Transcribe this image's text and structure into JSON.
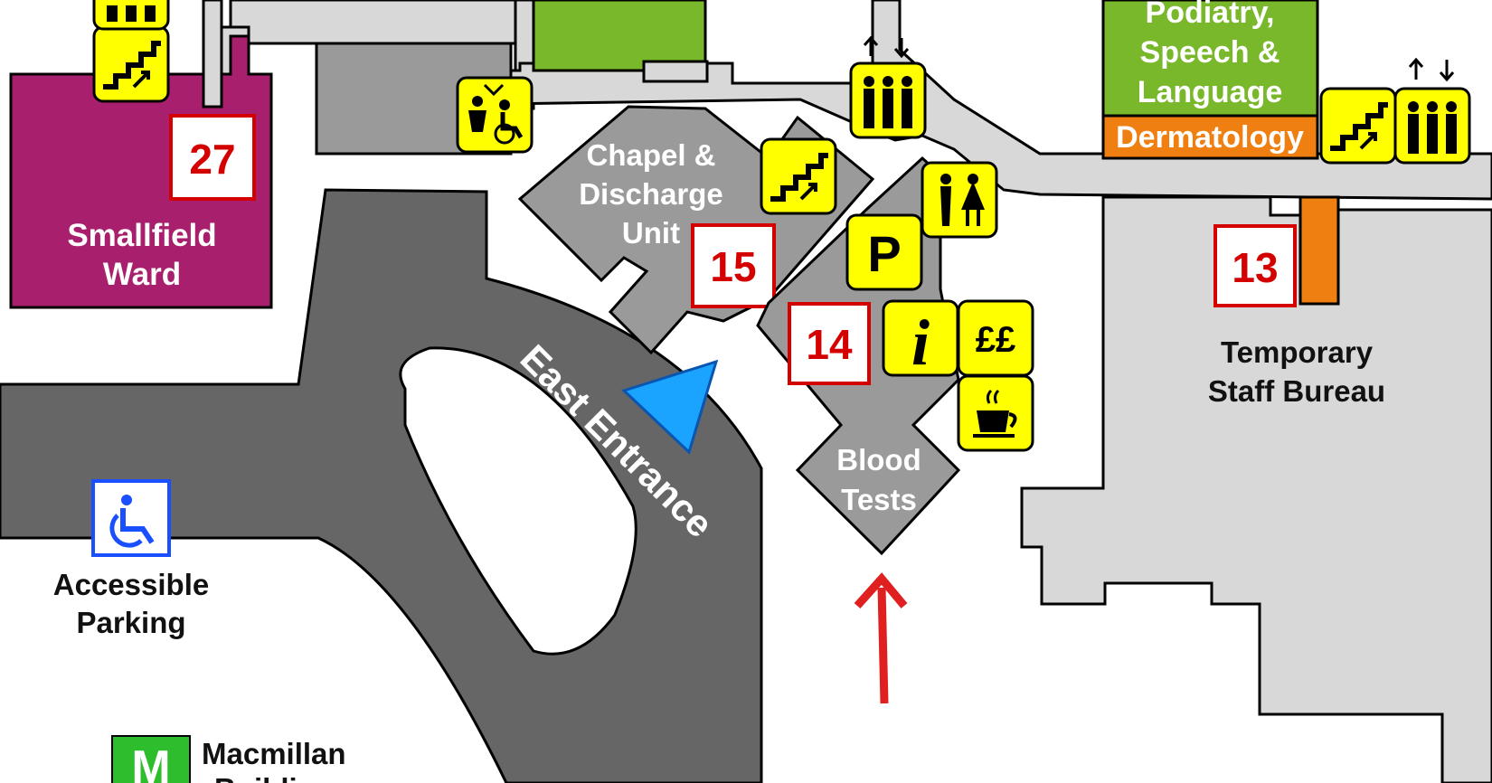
{
  "colors": {
    "corridor": "#d8d8d8",
    "building_grey": "#9a9a9a",
    "road": "#666666",
    "smallfield_ward": "#a8206d",
    "green_block": "#78b82a",
    "dermatology": "#f07f12",
    "facility_yellow": "#ffff00",
    "building_number": "#d40000",
    "accessible_blue": "#1a4fff",
    "entrance_marker": "#1aa3ff",
    "direction_arrow": "#e02020"
  },
  "buildings": {
    "smallfield": {
      "label_line1": "Smallfield",
      "label_line2": "Ward",
      "number": "27"
    },
    "chapel": {
      "label_line1": "Chapel &",
      "label_line2": "Discharge",
      "label_line3": "Unit",
      "number": "15"
    },
    "main_entrance_block": {
      "number": "14"
    },
    "blood_tests": {
      "label_line1": "Blood",
      "label_line2": "Tests"
    },
    "podiatry": {
      "label_line1": "Podiatry,",
      "label_line2": "Speech &",
      "label_line3": "Language"
    },
    "dermatology": {
      "label": "Dermatology"
    },
    "temporary_staff": {
      "label_line1": "Temporary",
      "label_line2": "Staff Bureau",
      "number": "13"
    }
  },
  "road": {
    "label": "East Entrance"
  },
  "parking": {
    "label_line1": "Accessible",
    "label_line2": "Parking"
  },
  "macmillan": {
    "label_line1": "Macmillan",
    "label_line2": "Buildi"
  },
  "facility_icons": {
    "parking": {
      "glyph": "P"
    },
    "information": {
      "glyph": "i"
    },
    "cash": {
      "glyph": "££"
    },
    "cafe": {
      "icon": "cup-icon"
    },
    "toilets": {
      "icon": "toilets-icon"
    },
    "lifts": {
      "icon": "lift-icon"
    },
    "stairs": {
      "icon": "stairs-icon"
    },
    "changing_places": {
      "icon": "changing-places-icon"
    },
    "macmillan_logo": {
      "glyph": "M"
    }
  }
}
